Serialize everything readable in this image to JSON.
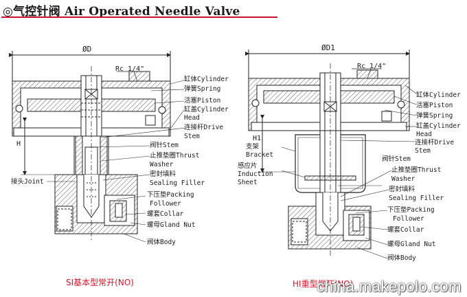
{
  "title": "◎气控针阀 Air Operated Needle Valve",
  "left": {
    "dim_d": "ØD",
    "port": "Rc 1/4\"",
    "dim_h": "H",
    "labels": {
      "cylinder": "缸体Cylinder",
      "spring": "弹簧Spring",
      "piston": "活塞Piston",
      "cyl_head": "缸盖Cylinder",
      "cyl_head2": "Head",
      "drive_stem": "连接杆Drive",
      "drive_stem2": "Stem",
      "stem": "阀针Stem",
      "thrust_washer": "止推垫圈Thrust",
      "thrust_washer2": "Washer",
      "sealing_filler": "密封填料",
      "sealing_filler2": "Sealing Filler",
      "packing_follower": "下压垫Packing",
      "packing_follower2": "Follower",
      "collar": "螺套Collar",
      "gland_nut": "螺母Gland Nut",
      "body": "阀体Body",
      "joint": "接头Joint"
    },
    "caption": "SI基本型常开(NO)"
  },
  "right": {
    "dim_d": "ØD1",
    "port": "Rc 1/4\"",
    "dim_h": "H1",
    "labels": {
      "cylinder": "缸体Cylinder",
      "piston": "活塞Piston",
      "spring": "弹簧Spring",
      "cyl_head": "缸盖Cylinder",
      "cyl_head2": "Head",
      "drive_stem": "连接杆Drive",
      "drive_stem2": "Stem",
      "bracket": "支架",
      "bracket2": "Bracket",
      "induction": "感应片",
      "induction2": "Induction",
      "induction3": "Sheet",
      "stem": "阀针Stem",
      "thrust_washer": "止推垫圈Thrust",
      "thrust_washer2": "Washer",
      "sealing_filler": "密封填料",
      "sealing_filler2": "Sealing Filler",
      "packing_follower": "下压垫Packing",
      "packing_follower2": "Follower",
      "collar": "螺套Collar",
      "gland_nut": "螺母Gland Nut",
      "body": "阀体Body"
    },
    "caption": "HI重型常开(NO)"
  },
  "watermark": "china.makepolo.com"
}
